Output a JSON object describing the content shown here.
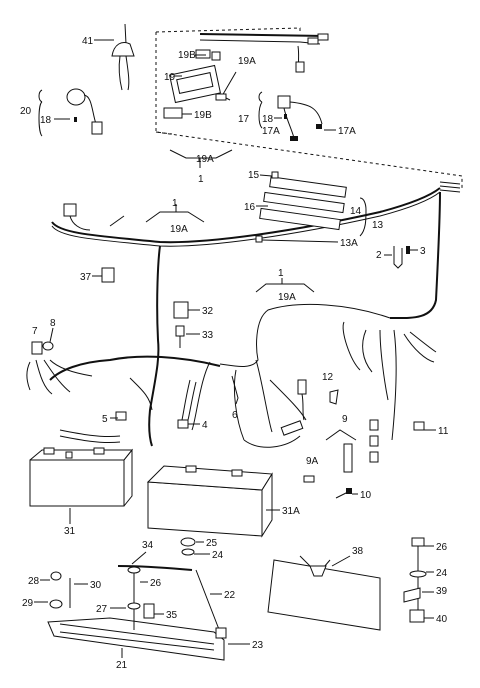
{
  "callouts": {
    "c41": "41",
    "c19B_top": "19B",
    "c19A_top": "19A",
    "c19": "19",
    "c19B_mid": "19B",
    "c20": "20",
    "c18_left": "18",
    "c17": "17",
    "c18_right": "18",
    "c17A_a": "17A",
    "c17A_b": "17A",
    "c19A_mid": "19A",
    "c1_top": "1",
    "c15": "15",
    "c16": "16",
    "c14": "14",
    "c13": "13",
    "c13A": "13A",
    "c2": "2",
    "c3": "3",
    "c1_left": "1",
    "c19A_left": "19A",
    "c37": "37",
    "c1_right": "1",
    "c19A_right": "19A",
    "c32": "32",
    "c7": "7",
    "c8": "8",
    "c33": "33",
    "c12": "12",
    "c5": "5",
    "c6": "6",
    "c4": "4",
    "c9": "9",
    "c11": "11",
    "c9A": "9A",
    "c10": "10",
    "c31": "31",
    "c31A": "31A",
    "c34": "34",
    "c25": "25",
    "c24_mid": "24",
    "c38": "38",
    "c26_right": "26",
    "c24_right": "24",
    "c28": "28",
    "c30": "30",
    "c26_mid": "26",
    "c22": "22",
    "c39": "39",
    "c29": "29",
    "c27": "27",
    "c35": "35",
    "c40": "40",
    "c23": "23",
    "c21": "21"
  }
}
